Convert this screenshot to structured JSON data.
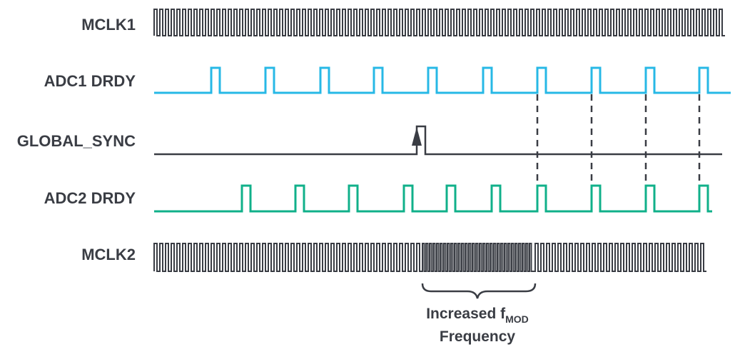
{
  "colors": {
    "label": "#3a3d44",
    "clock": "#3a3d44",
    "adc1_drdy": "#27b8e6",
    "adc2_drdy": "#10b08a",
    "global_sync": "#3a3d44",
    "dashed_guide": "#3a3d44"
  },
  "signals": {
    "mclk1": {
      "label": "MCLK1"
    },
    "adc1_drdy": {
      "label": "ADC1 DRDY"
    },
    "global_sync": {
      "label": "GLOBAL_SYNC"
    },
    "adc2_drdy": {
      "label": "ADC2 DRDY"
    },
    "mclk2": {
      "label": "MCLK2"
    }
  },
  "annotation": {
    "line1_prefix": "Increased f",
    "line1_subscript": "MOD",
    "line2": "Frequency"
  }
}
